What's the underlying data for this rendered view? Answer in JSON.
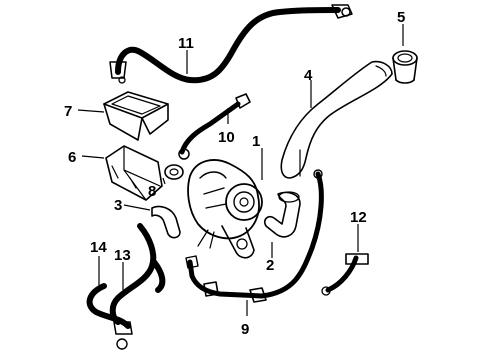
{
  "callouts": [
    {
      "id": "1",
      "label": "1"
    },
    {
      "id": "2",
      "label": "2"
    },
    {
      "id": "3",
      "label": "3"
    },
    {
      "id": "4",
      "label": "4"
    },
    {
      "id": "5",
      "label": "5"
    },
    {
      "id": "6",
      "label": "6"
    },
    {
      "id": "7",
      "label": "7"
    },
    {
      "id": "8",
      "label": "8"
    },
    {
      "id": "9",
      "label": "9"
    },
    {
      "id": "10",
      "label": "10"
    },
    {
      "id": "11",
      "label": "11"
    },
    {
      "id": "12",
      "label": "12"
    },
    {
      "id": "13",
      "label": "13"
    },
    {
      "id": "14",
      "label": "14"
    }
  ],
  "colors": {
    "ink": "#000000",
    "background": "#ffffff"
  }
}
